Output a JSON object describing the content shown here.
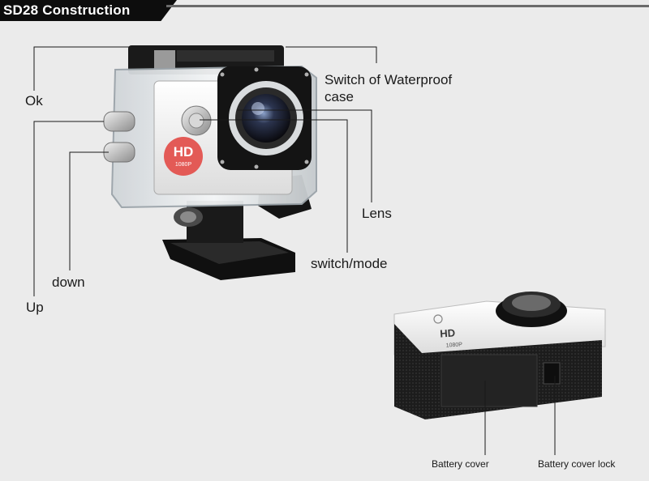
{
  "header": {
    "title": "SD28 Construction"
  },
  "camera_main": {
    "badge_text": "HD",
    "badge_sub": "1080P"
  },
  "camera_small": {
    "badge_text": "HD",
    "badge_sub": "1080P"
  },
  "labels": {
    "ok": "Ok",
    "switch_waterproof_line1": "Switch of Waterproof",
    "switch_waterproof_line2": "case",
    "lens": "Lens",
    "switch_mode": "switch/mode",
    "down": "down",
    "up": "Up",
    "battery_cover": "Battery cover",
    "battery_cover_lock": "Battery cover lock"
  }
}
